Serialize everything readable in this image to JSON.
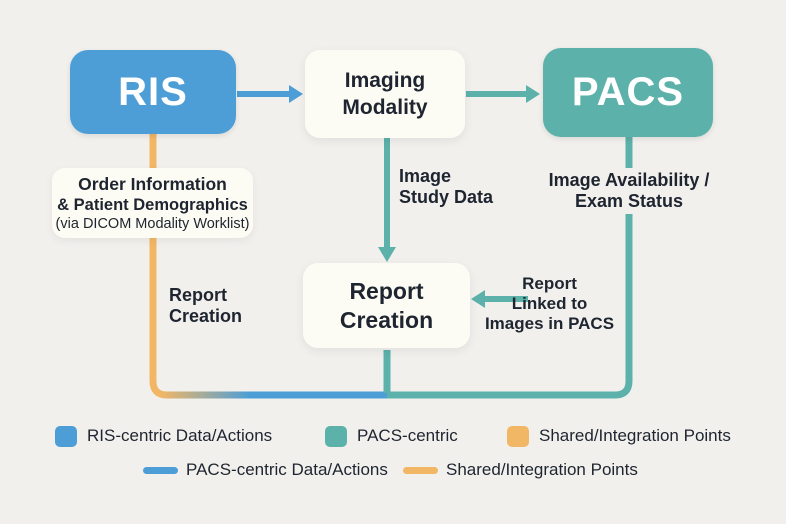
{
  "colors": {
    "background": "#f2f0ed",
    "ris_blue": "#4d9ed7",
    "pacs_teal": "#5cb2aa",
    "shared_orange": "#f2b765",
    "node_cream": "#fdfcf4",
    "text_dark": "#1e2530"
  },
  "nodes": {
    "ris": {
      "label": "RIS"
    },
    "imaging_modality": {
      "line1": "Imaging",
      "line2": "Modality"
    },
    "pacs": {
      "label": "PACS"
    },
    "report_creation": {
      "line1": "Report",
      "line2": "Creation"
    }
  },
  "edge_labels": {
    "order_info": {
      "line1": "Order Information",
      "line2": "& Patient Demographics",
      "line3": "(via DICOM Modality Worklist)"
    },
    "image_study_data": {
      "line1": "Image",
      "line2": "Study Data"
    },
    "image_availability": {
      "line1": "Image Availability /",
      "line2": "Exam Status"
    },
    "report_creation_left": {
      "line1": "Report",
      "line2": "Creation"
    },
    "report_linked": {
      "line1": "Report",
      "line2": "Linked to",
      "line3": "Images in PACS"
    }
  },
  "legend": {
    "row1": [
      {
        "swatch": "square",
        "color": "blue",
        "label": "RIS-centric Data/Actions"
      },
      {
        "swatch": "square",
        "color": "teal",
        "label": "PACS-centric"
      },
      {
        "swatch": "square",
        "color": "orange",
        "label": "Shared/Integration Points"
      }
    ],
    "row2": [
      {
        "swatch": "line",
        "color": "blue",
        "label": "PACS-centric Data/Actions"
      },
      {
        "swatch": "line",
        "color": "orange",
        "label": "Shared/Integration Points"
      }
    ]
  }
}
